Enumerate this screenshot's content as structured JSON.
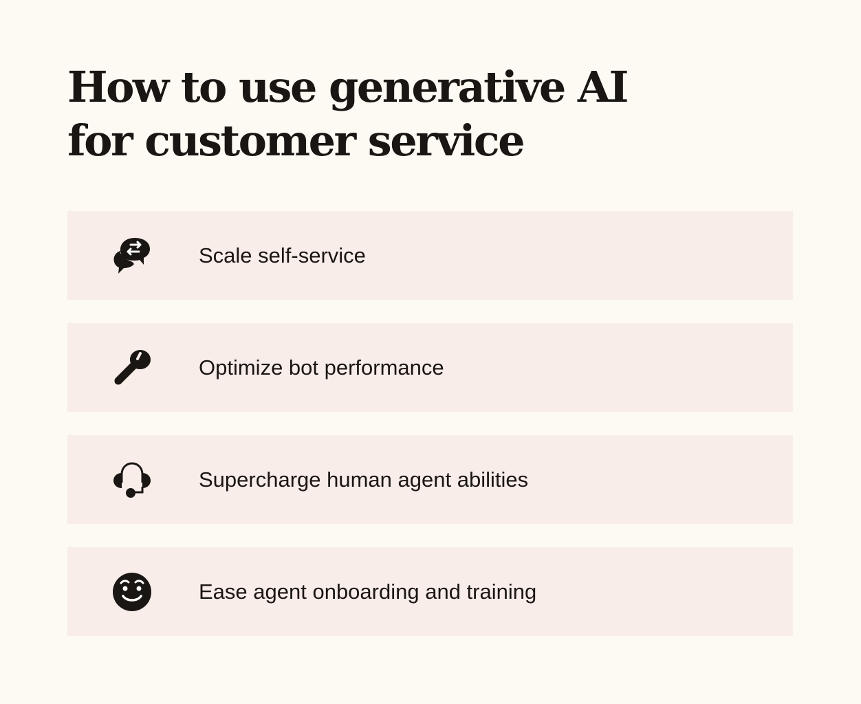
{
  "header": {
    "title": "How to use generative AI for customer service"
  },
  "colors": {
    "background": "#fdf9f3",
    "card_background": "#f8ede8",
    "text": "#1a1613"
  },
  "items": [
    {
      "label": "Scale self-service",
      "icon": "chat-bubbles-exchange-icon"
    },
    {
      "label": "Optimize bot performance",
      "icon": "wrench-icon"
    },
    {
      "label": "Supercharge human agent abilities",
      "icon": "headset-icon"
    },
    {
      "label": "Ease agent onboarding and training",
      "icon": "smiley-face-icon"
    }
  ]
}
